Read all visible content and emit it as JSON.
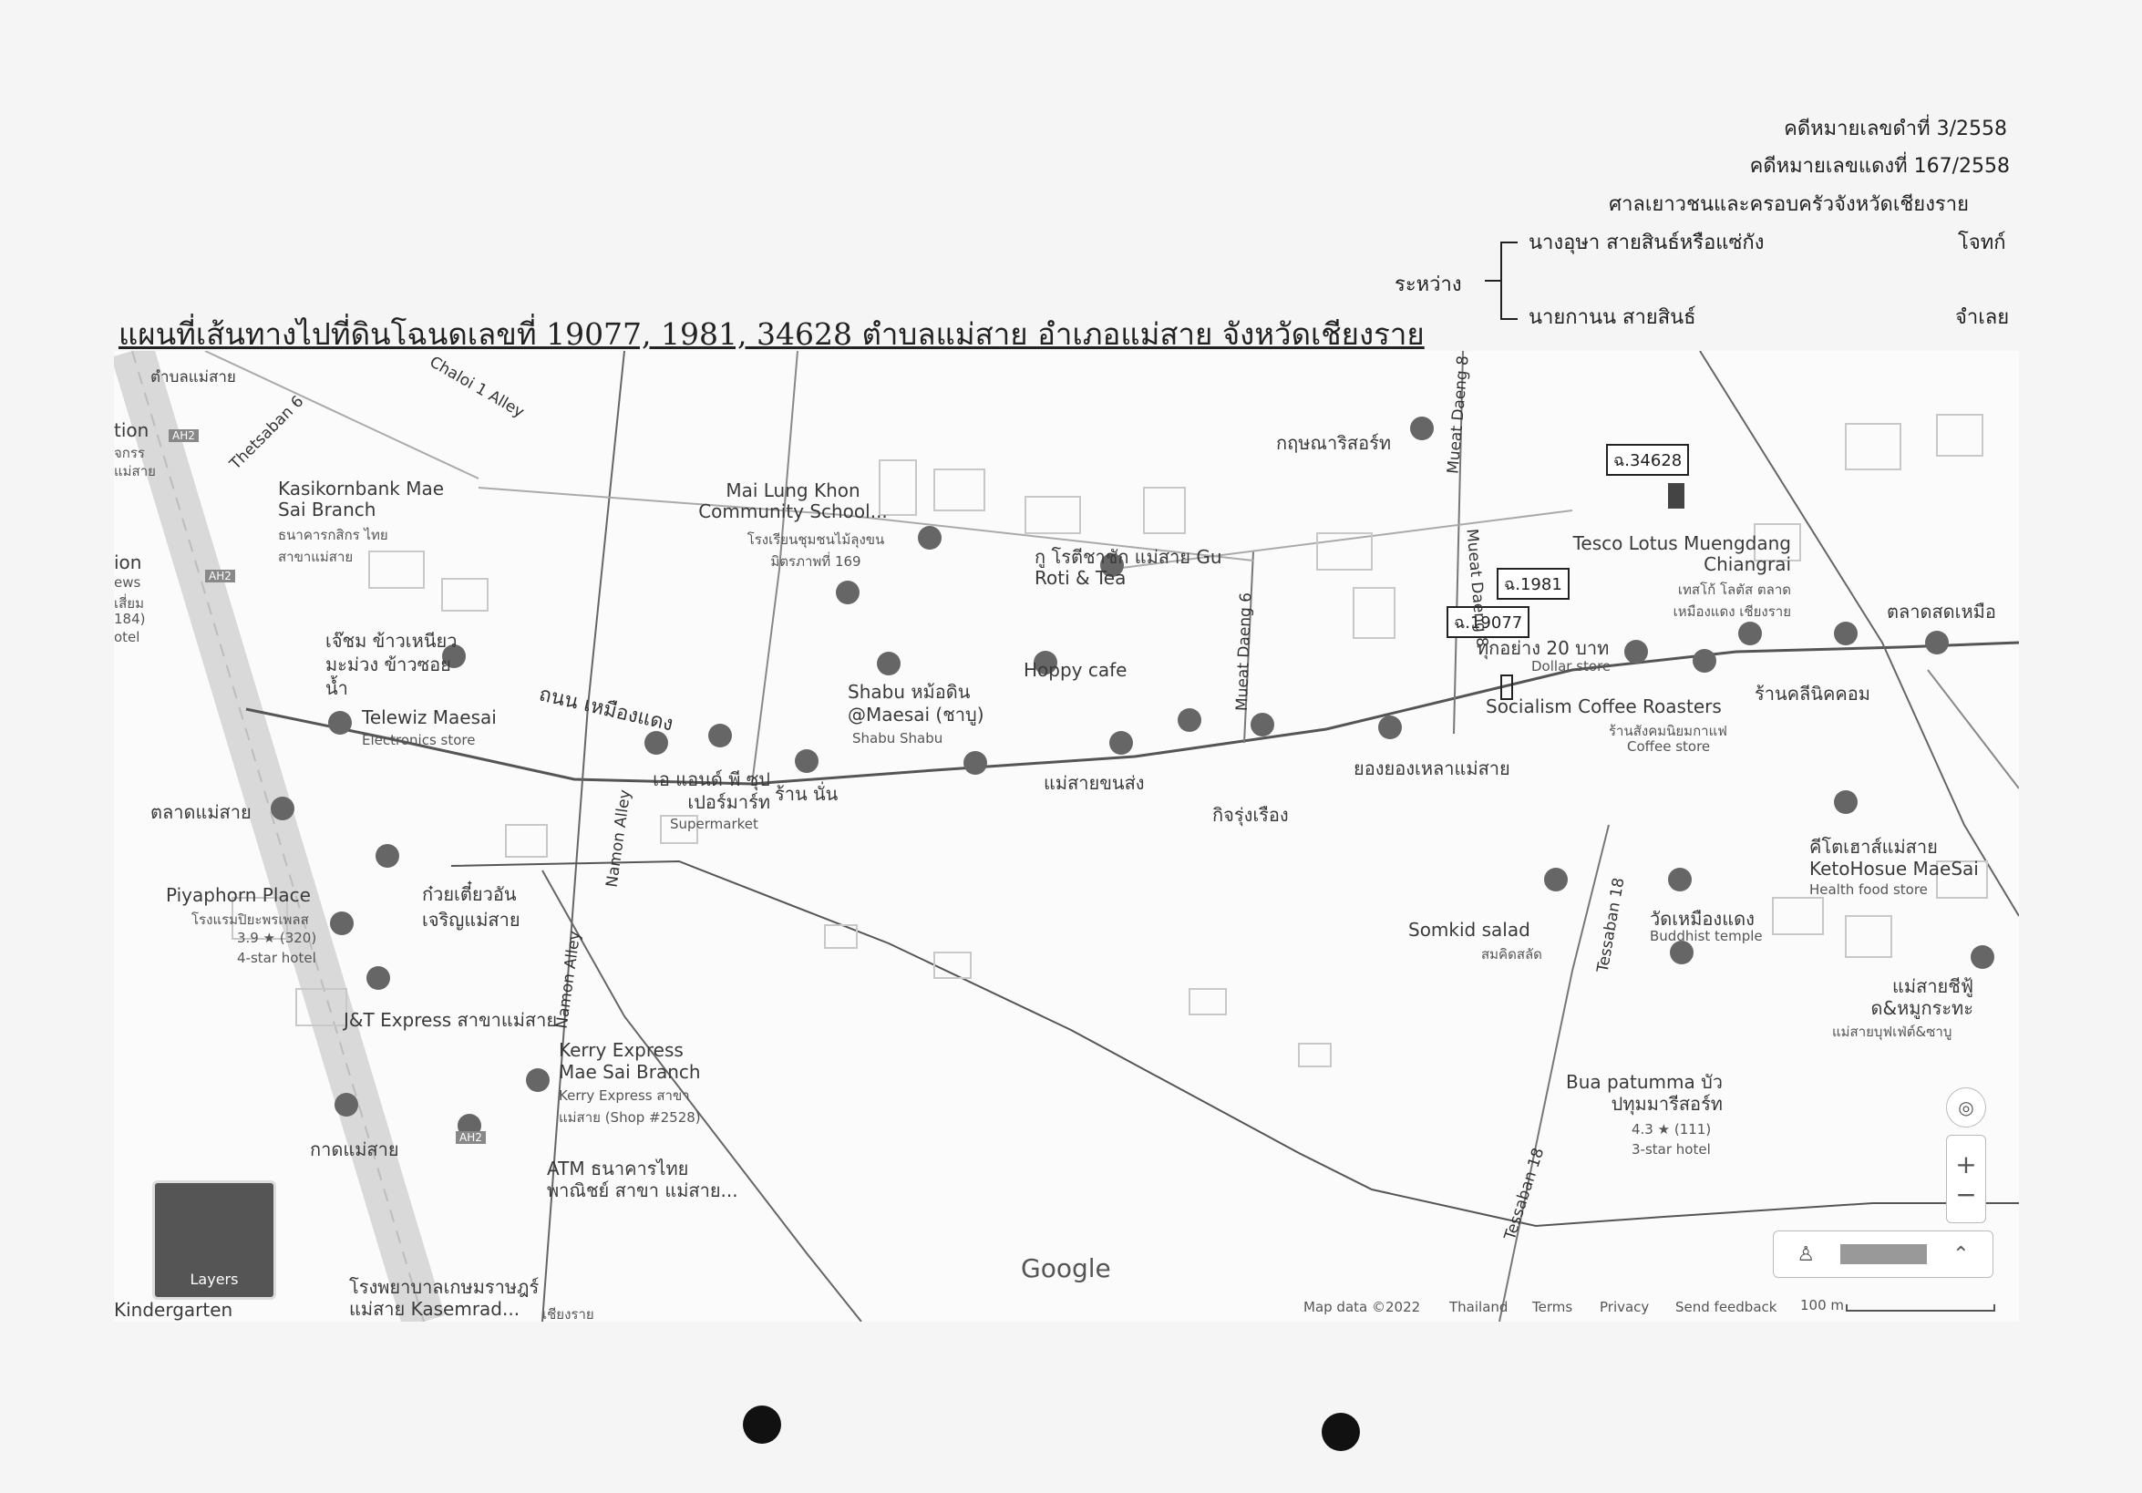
{
  "case_header": {
    "black_case": "คดีหมายเลขดำที่ 3/2558",
    "red_case": "คดีหมายเลขแดงที่ 167/2558",
    "court": "ศาลเยาวชนและครอบครัวจังหวัดเชียงราย",
    "between_label": "ระหว่าง",
    "plaintiff_name": "นางอุษา สายสินธ์หรือแซ่กัง",
    "plaintiff_role": "โจทก์",
    "defendant_name": "นายกานน สายสินธ์",
    "defendant_role": "จำเลย"
  },
  "map_title": "แผนที่เส้นทางไปที่ดินโฉนดเลขที่  19077, 1981, 34628  ตำบลแม่สาย  อำเภอแม่สาย จังหวัดเชียงราย",
  "parcels": [
    "ฉ.34628",
    "ฉ.1981",
    "ฉ.19077"
  ],
  "roads": {
    "main_road": "ถนน เหมืองแดง",
    "thetsaban6": "Thetsaban 6",
    "chaloi": "Chaloi 1 Alley",
    "namon1": "Namon Alley",
    "namon2": "Namon Alley",
    "mueat8": "Mueat Daeng 8",
    "mueat8b": "Mueat Daeng 8",
    "mueat6": "Mueat Daeng 6",
    "tessaban18a": "Tessaban 18",
    "tessaban18b": "Tessaban 18",
    "ah2": "AH2"
  },
  "places": {
    "kasikorn": "Kasikornbank Mae Sai Branch",
    "kasikorn_th": "ธนาคารกสิกร ไทย สาขาแม่สาย",
    "mailung": "Mai Lung Khon Community School...",
    "mailung_th": "โรงเรียนชุมชนไม้ลุงขน มิตรภาพที่ 169",
    "kukrit": "กฤษณาริสอร์ท",
    "guroti": "กู โรตีชาชัก แม่สาย Gu Roti & Tea",
    "tesco": "Tesco Lotus Muengdang Chiangrai",
    "tesco_th": "เทสโก้ โลตัส ตลาด เหมืองแดง เชียงราย",
    "talatsot": "ตลาดสดเหมือ",
    "jekchom": "เจ๊ชม ข้าวเหนียว มะม่วง ข้าวซอยน้ำ",
    "hoppy": "Hoppy cafe",
    "shabu": "Shabu หม้อดิน @Maesai (ชาบู)",
    "shabu_sub": "Shabu Shabu",
    "everything20": "ทุกอย่าง 20 บาท",
    "dollar": "Dollar store",
    "socialism": "Socialism Coffee Roasters",
    "socialism_th": "ร้านสังคมนิยมกาแฟ",
    "coffee_store": "Coffee store",
    "kleenic": "ร้านคลีนิคคอม",
    "telewiz": "Telewiz Maesai",
    "electronics": "Electronics store",
    "aand": "เอ แอนด์ พี ซุปเปอร์มาร์ท",
    "supermarket": "Supermarket",
    "ranmanan": "ร้าน นั่น",
    "maesaikhonsong": "แม่สายขนส่ง",
    "kitcharoen": "กิจรุ่งเรือง",
    "yongyong": "ยองยองเหลาแม่สาย",
    "talatmaesai": "ตลาดแม่สาย",
    "keto": "คีโตเฮาส์แม่สาย KetoHosue MaeSai",
    "health": "Health food store",
    "piyaphorn": "Piyaphorn Place",
    "piyaphorn_th": "โรงแรมปิยะพรเพลส",
    "piyaphorn_rating": "3.9 ★ (320)",
    "piyaphorn_class": "4-star hotel",
    "kuaytiao": "ก๋วยเตี๋ยวอัน เจริญแม่สาย",
    "somkid": "Somkid salad",
    "somkid_th": "สมคิดสลัด",
    "watmuang": "วัดเหมืองแดง",
    "buddhist": "Buddhist temple",
    "jt": "J&T Express สาขาแม่สาย",
    "kerry": "Kerry Express Mae Sai Branch",
    "kerry_th": "Kerry Express สาขา แม่สาย (Shop #2528)",
    "maesaisuphap": "แม่สายชีฟู้ ด&หมูกระทะ",
    "maesaisuphap_th": "แม่สายบุฟเฟ่ต์&ซาบู",
    "bua": "Bua patumma บัว ปทุมมารีสอร์ท",
    "bua_rating": "4.3 ★ (111)",
    "bua_class": "3-star hotel",
    "katmaesai": "กาดแม่สาย",
    "atm": "ATM ธนาคารไทย พาณิชย์ สาขา แม่สาย...",
    "hospital": "โรงพยาบาลเกษมราษฎร์ แม่สาย Kasemrad...",
    "chiangrai_cut": "เชียงราย",
    "kindergarten": "Kindergarten",
    "tambon": "ตำบลแม่สาย",
    "left_tion": "tion",
    "left_srs": "จกรร",
    "left_maesai": "แม่สาย",
    "left_tion2": "ion",
    "left_ews": "ews",
    "left_sia": "เสี่ยม",
    "left_184": "184)",
    "left_otel": "otel"
  },
  "controls": {
    "layers": "Layers",
    "zoom_in": "+",
    "zoom_out": "−",
    "expand": "⌃",
    "google": "Google"
  },
  "footer": {
    "map_data": "Map data ©2022",
    "country": "Thailand",
    "terms": "Terms",
    "privacy": "Privacy",
    "feedback": "Send feedback",
    "scale": "100 m"
  }
}
